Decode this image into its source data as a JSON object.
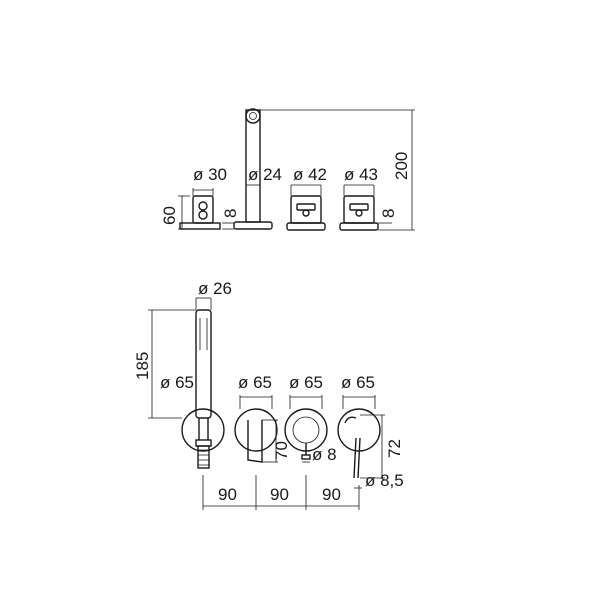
{
  "top_view": {
    "dimensions": {
      "d30": "ø 30",
      "d24": "ø 24",
      "d42": "ø 42",
      "d43": "ø 43",
      "h200": "200",
      "h60": "60",
      "h8_left": "8",
      "h8_right": "8"
    }
  },
  "front_view": {
    "dimensions": {
      "d26": "ø 26",
      "h185": "185",
      "d65_1": "ø 65",
      "d65_2": "ø 65",
      "d65_3": "ø 65",
      "d65_4": "ø 65",
      "h70": "70",
      "d8": "ø 8",
      "h72": "72",
      "d8_5": "ø 8,5",
      "w90_1": "90",
      "w90_2": "90",
      "w90_3": "90"
    }
  }
}
